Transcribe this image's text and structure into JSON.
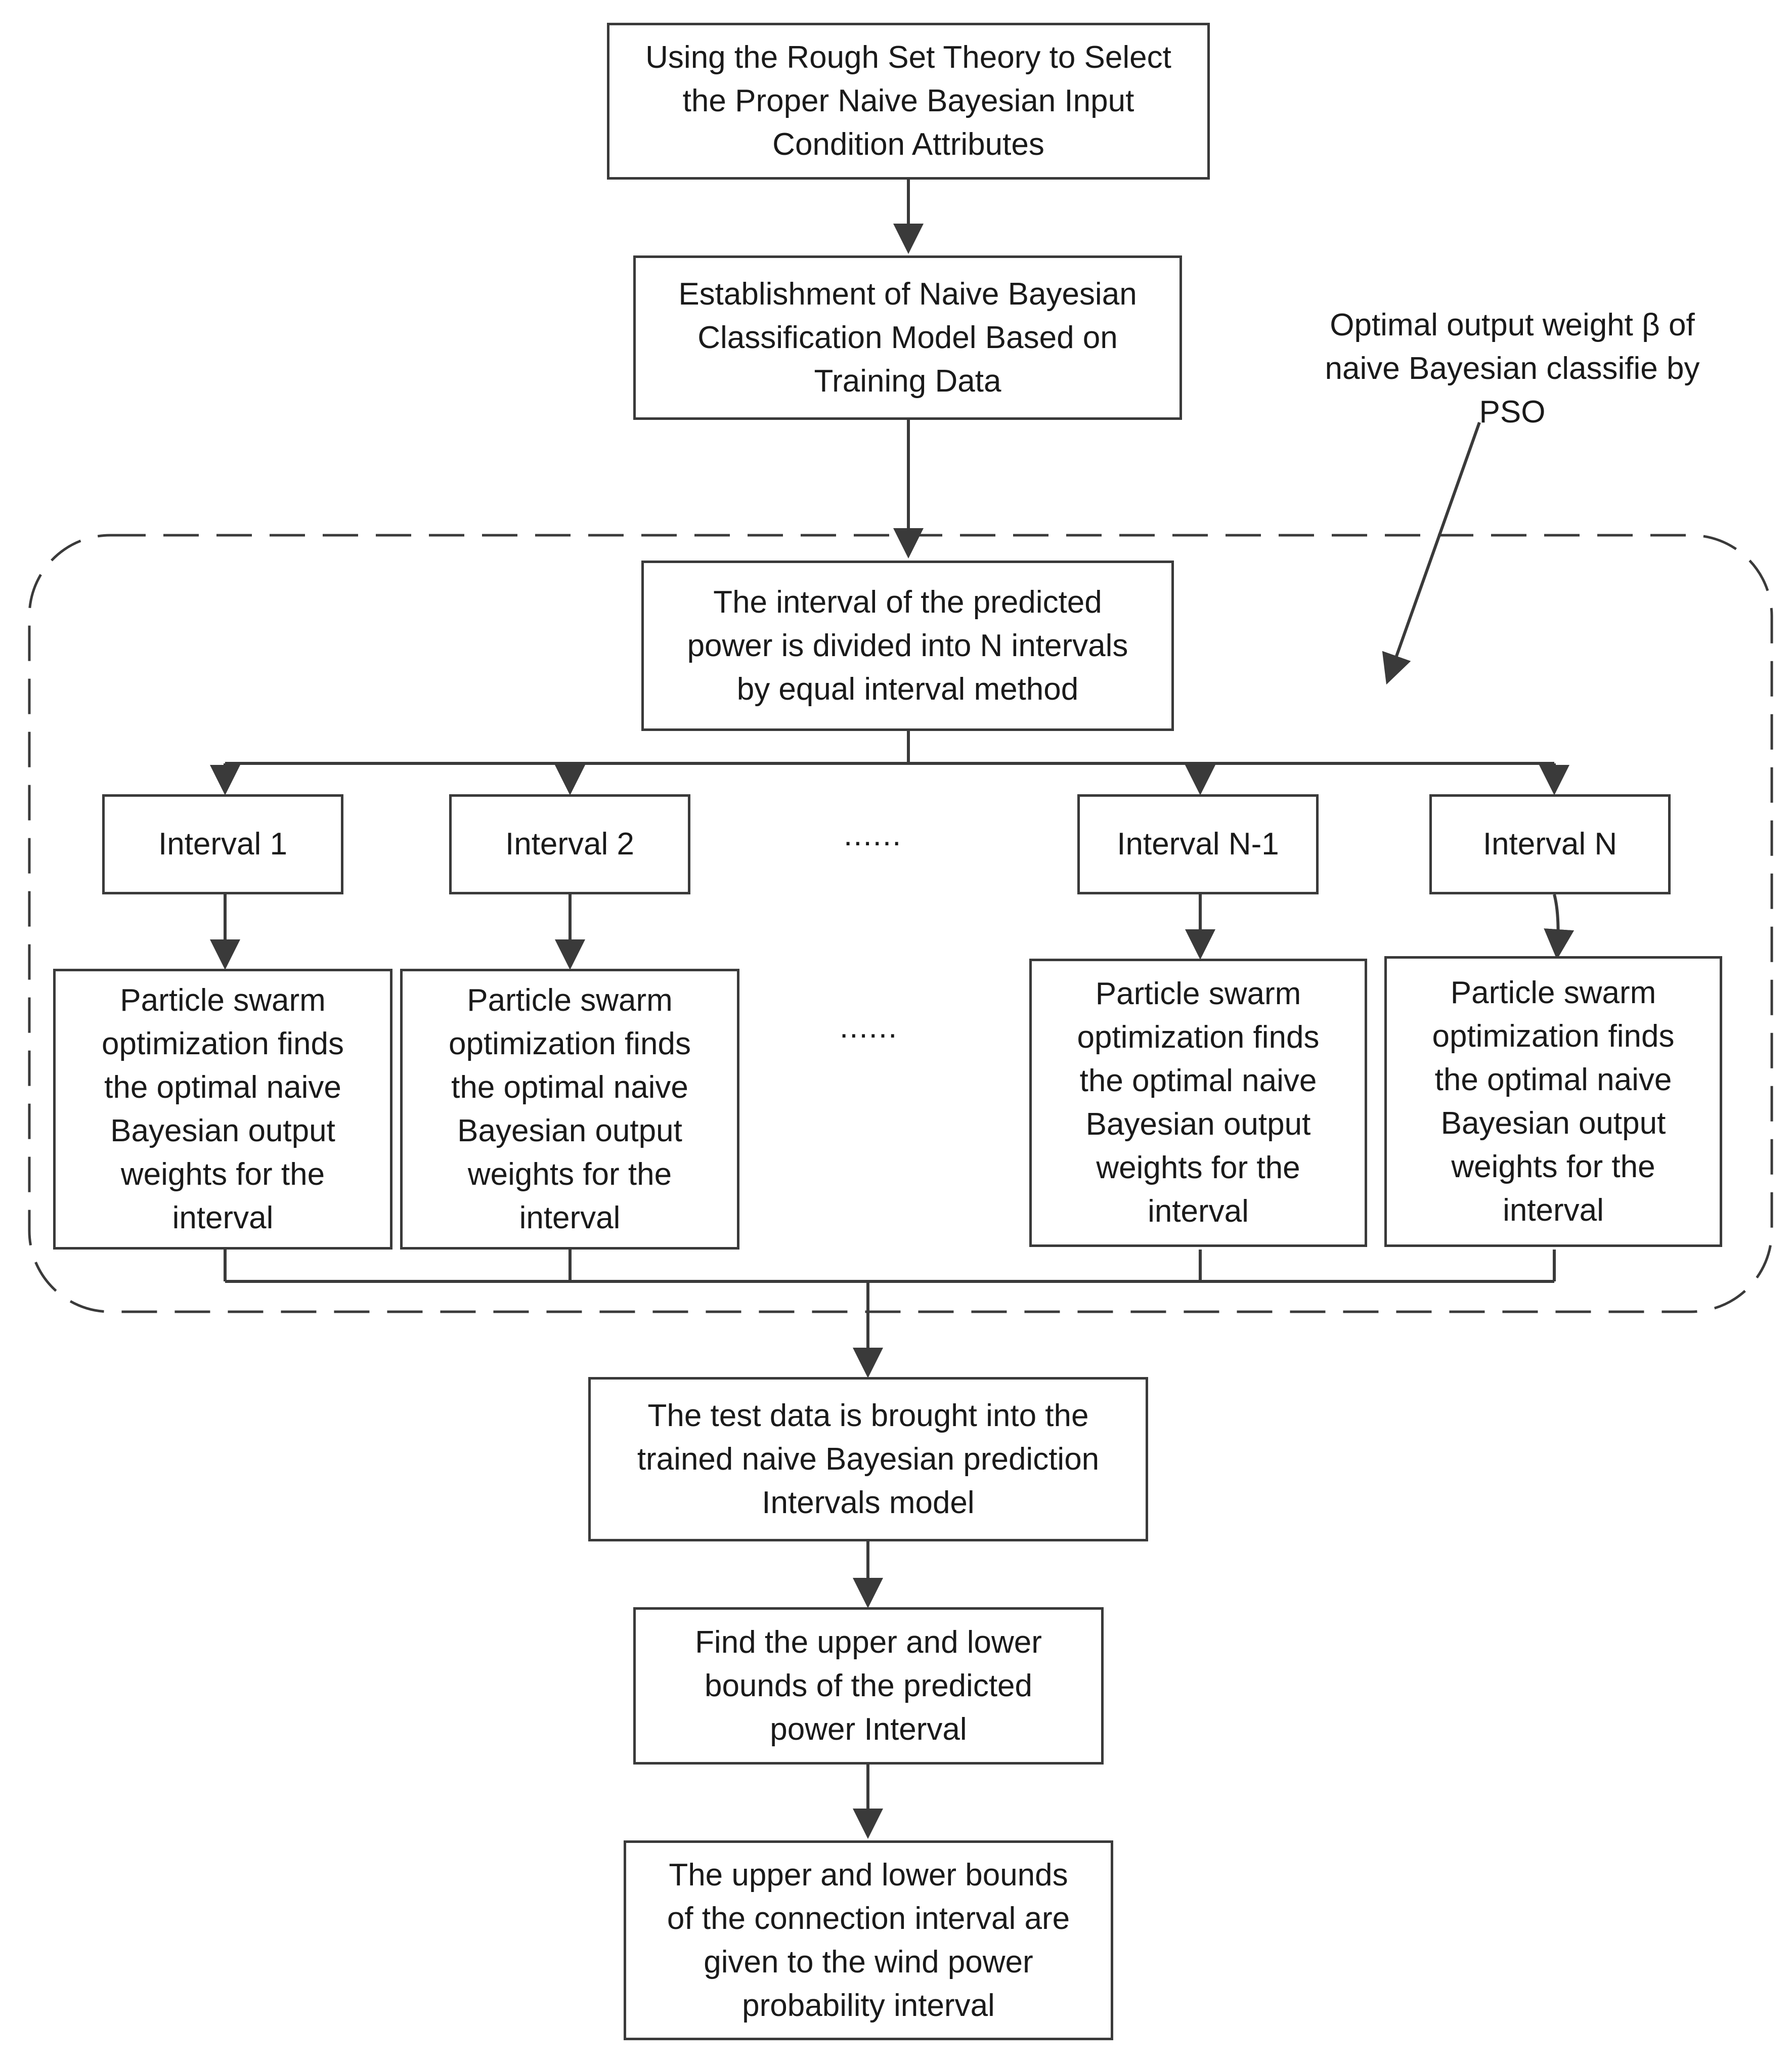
{
  "nodes": {
    "rough_set": "Using the Rough Set Theory to Select\nthe Proper Naive Bayesian Input\nCondition Attributes",
    "establish_model": "Establishment of Naive Bayesian\nClassification Model Based on\nTraining Data",
    "divide_intervals": "The interval of the predicted\npower is divided into N intervals\nby equal interval method",
    "interval_1": "Interval 1",
    "interval_2": "Interval 2",
    "interval_n_minus_1": "Interval N-1",
    "interval_n": "Interval N",
    "pso_1": "Particle swarm\noptimization finds\nthe optimal naive\nBayesian output\nweights for the\ninterval",
    "pso_2": "Particle swarm\noptimization finds\nthe optimal naive\nBayesian output\nweights for the\ninterval",
    "pso_n_minus_1": "Particle swarm\noptimization finds\nthe optimal naive\nBayesian output\nweights for the\ninterval",
    "pso_n": "Particle swarm\noptimization finds\nthe optimal naive\nBayesian output\nweights for the\ninterval",
    "test_data": "The test data is brought into the\ntrained naive Bayesian prediction\nIntervals model",
    "find_bounds": "Find the upper and lower\nbounds of the predicted\npower Interval",
    "final_bounds": "The upper and lower bounds\nof the connection interval are\ngiven to the wind power\nprobability interval"
  },
  "annotation": "Optimal output weight β of\nnaive Bayesian classifie by\nPSO",
  "ellipsis_top": "......",
  "ellipsis_bottom": "......",
  "colors": {
    "stroke": "#3a3a3a",
    "dashed_group": "#3a3a3a",
    "text": "#1a1a1a"
  }
}
